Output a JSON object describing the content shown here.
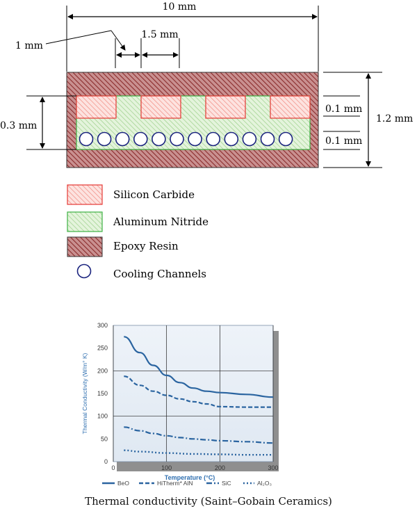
{
  "diagram": {
    "dimensions": {
      "total_width": "10 mm",
      "gap_width": "1 mm",
      "block_width": "1.5 mm",
      "total_height": "1.2 mm",
      "layer_height": "0.3 mm",
      "upper_layer": "0.1 mm",
      "lower_layer": "0.1 mm"
    },
    "channel_count": 12,
    "sic_block_count": 4
  },
  "legend": [
    {
      "key": "sic",
      "label": "Silicon Carbide",
      "color": "#e53935"
    },
    {
      "key": "aln",
      "label": "Aluminum Nitride",
      "color": "#3cb043"
    },
    {
      "key": "epoxy",
      "label": "Epoxy Resin",
      "color": "#8b2c2c"
    },
    {
      "key": "channel",
      "label": "Cooling Channels",
      "color": "#1a237e"
    }
  ],
  "chart_data": {
    "type": "line",
    "title": "",
    "xlabel": "Temperature (°C)",
    "ylabel": "Thermal Conductivity (W/m° K)",
    "xlim": [
      0,
      300
    ],
    "ylim": [
      0,
      300
    ],
    "x_ticks": [
      "0",
      "100",
      "200",
      "300"
    ],
    "y_ticks": [
      "0",
      "50",
      "100",
      "150",
      "200",
      "250",
      "300"
    ],
    "grid": true,
    "series": [
      {
        "name": "BeO",
        "style": "solid",
        "x": [
          20,
          50,
          75,
          100,
          125,
          150,
          175,
          200,
          250,
          300
        ],
        "values": [
          275,
          240,
          212,
          190,
          174,
          162,
          155,
          152,
          148,
          142
        ]
      },
      {
        "name": "HiTherm* AlN",
        "style": "dashed",
        "x": [
          20,
          50,
          75,
          100,
          125,
          150,
          175,
          200,
          250,
          300
        ],
        "values": [
          188,
          168,
          155,
          146,
          138,
          132,
          127,
          121,
          120,
          120
        ]
      },
      {
        "name": "SiC",
        "style": "dashdot",
        "x": [
          20,
          50,
          75,
          100,
          125,
          150,
          175,
          200,
          250,
          300
        ],
        "values": [
          76,
          68,
          62,
          57,
          53,
          50,
          48,
          46,
          44,
          41
        ]
      },
      {
        "name": "Al₂O₃",
        "style": "dotted",
        "x": [
          20,
          50,
          100,
          150,
          200,
          250,
          300
        ],
        "values": [
          25,
          22,
          19,
          17,
          16,
          15,
          15
        ]
      }
    ],
    "legend_position": "bottom"
  },
  "caption": "Thermal conductivity (Saint–Gobain Ceramics)"
}
